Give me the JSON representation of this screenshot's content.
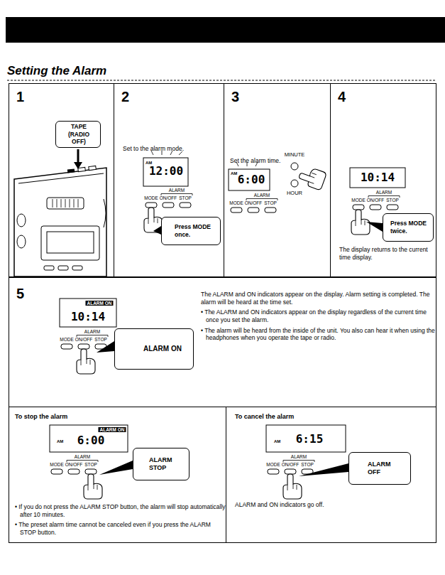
{
  "diagram": {
    "title": "Setting the Alarm",
    "nodes": [
      {
        "text": [
          "1"
        ]
      },
      {
        "text": [
          "TAPE (RADIO OFF)"
        ],
        "in": 0
      },
      {
        "text": [
          "2",
          "Set to the alarm mode."
        ]
      },
      {
        "text": [
          "Press MODE once."
        ],
        "in": 2
      },
      {
        "text": [
          "3",
          "Set the alarm time."
        ]
      },
      {
        "text": [
          "4",
          "The display returns to the current time display."
        ]
      },
      {
        "text": [
          "Press MODE twice."
        ],
        "in": 5
      },
      {
        "text": [
          "5",
          "The ALARM and ON indicators appear on the display. Alarm setting is completed. The alarm will be heard at the time set.",
          "• The ALARM and ON indicators appear on the display regardless of the current time once you set the alarm.",
          "• The alarm will be heard from the inside of the unit. You also can hear it when using the headphones when you operate the tape or radio."
        ]
      },
      {
        "text": [
          "ALARM ON"
        ],
        "in": 7
      },
      {
        "text": [
          "To stop the alarm",
          "• If you do not press the ALARM STOP button, the alarm will stop automatically after 10 minutes.",
          "• The preset alarm time cannot be canceled even if you press the ALARM STOP button."
        ]
      },
      {
        "text": [
          "ALARM STOP"
        ],
        "in": 9
      },
      {
        "text": [
          "To cancel the alarm",
          "ALARM and ON indicators go off."
        ]
      },
      {
        "text": [
          "ALARM OFF"
        ],
        "in": 11
      }
    ],
    "labels": [
      "12:00",
      "AM",
      "MODE",
      "ON/OFF",
      "ALARM",
      "STOP",
      "MINUTE",
      "6:00",
      "AM",
      "MODE",
      "ON/OFF",
      "ALARM",
      "STOP",
      "HOUR",
      "10:14",
      "MODE",
      "ON/OFF",
      "ALARM",
      "STOP",
      "ALARM ON",
      "10:14",
      "MODE",
      "ON/OFF",
      "ALARM",
      "STOP",
      "ALARM ON",
      "AM",
      "6:00",
      "MODE",
      "ON/OFF",
      "ALARM",
      "STOP",
      "AM",
      "6:15",
      "MODE",
      "ON/OFF",
      "ALARM",
      "STOP"
    ]
  }
}
